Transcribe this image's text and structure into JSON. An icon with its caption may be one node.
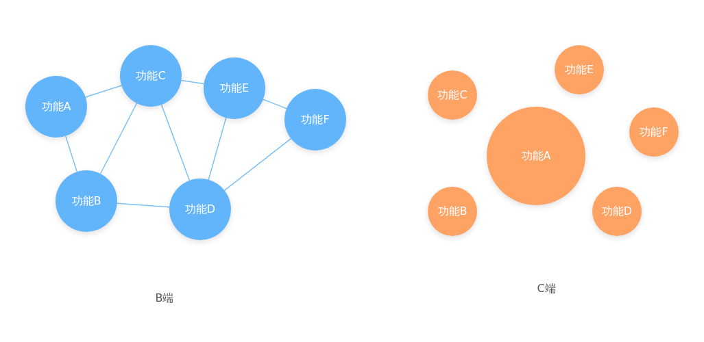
{
  "diagram": {
    "nodes": [
      {
        "text": [
          "功能C"
        ]
      },
      {
        "text": [
          "功能E"
        ]
      },
      {
        "text": [
          "功能A"
        ]
      },
      {
        "text": [
          "功能F"
        ]
      },
      {
        "text": [
          "功能B"
        ]
      },
      {
        "text": [
          "功能D"
        ]
      },
      {
        "text": [
          "功能E"
        ]
      },
      {
        "text": [
          "功能C"
        ]
      },
      {
        "text": [
          "功能F"
        ]
      },
      {
        "text": [
          "功能A"
        ]
      },
      {
        "text": [
          "功能B"
        ]
      },
      {
        "text": [
          "功能D"
        ]
      }
    ],
    "edges": [
      {
        "from": 2,
        "to": 0,
        "arrow": "none"
      },
      {
        "from": 2,
        "to": 4,
        "arrow": "none"
      },
      {
        "from": 0,
        "to": 4,
        "arrow": "none"
      },
      {
        "from": 0,
        "to": 5,
        "arrow": "none"
      },
      {
        "from": 0,
        "to": 1,
        "arrow": "none"
      },
      {
        "from": 1,
        "to": 3,
        "arrow": "none"
      },
      {
        "from": 1,
        "to": 5,
        "arrow": "none"
      },
      {
        "from": 4,
        "to": 5,
        "arrow": "none"
      },
      {
        "from": 5,
        "to": 3,
        "arrow": "none"
      }
    ],
    "labels": [
      "B端",
      "C端"
    ]
  }
}
